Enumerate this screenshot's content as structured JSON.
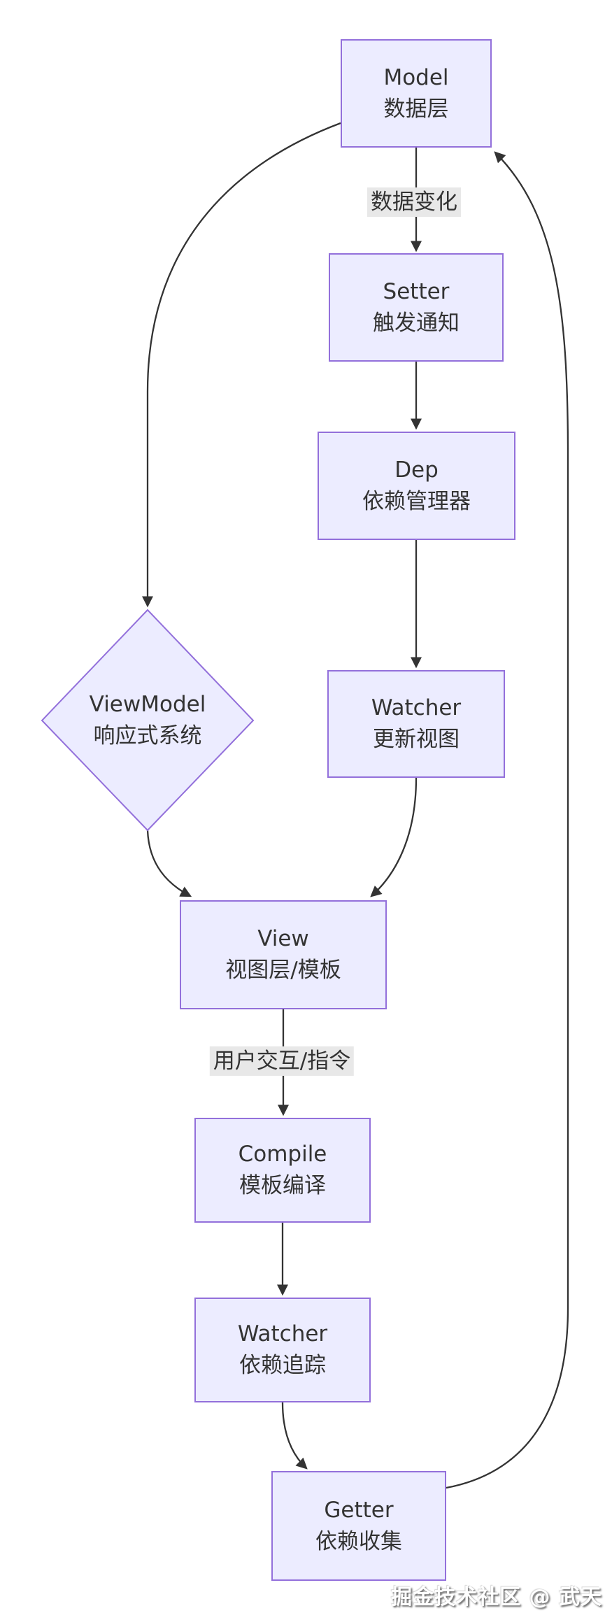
{
  "diagram": {
    "type": "flowchart",
    "direction": "top-down",
    "topic": "Vue MVVM reactivity system",
    "nodes": [
      {
        "id": "model",
        "shape": "rect",
        "title": "Model",
        "subtitle": "数据层"
      },
      {
        "id": "setter",
        "shape": "rect",
        "title": "Setter",
        "subtitle": "触发通知"
      },
      {
        "id": "dep",
        "shape": "rect",
        "title": "Dep",
        "subtitle": "依赖管理器"
      },
      {
        "id": "watcher-update",
        "shape": "rect",
        "title": "Watcher",
        "subtitle": "更新视图"
      },
      {
        "id": "viewmodel",
        "shape": "diamond",
        "title": "ViewModel",
        "subtitle": "响应式系统"
      },
      {
        "id": "view",
        "shape": "rect",
        "title": "View",
        "subtitle": "视图层/模板"
      },
      {
        "id": "compile",
        "shape": "rect",
        "title": "Compile",
        "subtitle": "模板编译"
      },
      {
        "id": "watcher-track",
        "shape": "rect",
        "title": "Watcher",
        "subtitle": "依赖追踪"
      },
      {
        "id": "getter",
        "shape": "rect",
        "title": "Getter",
        "subtitle": "依赖收集"
      }
    ],
    "edges": [
      {
        "from": "model",
        "to": "setter",
        "label": "数据变化"
      },
      {
        "from": "setter",
        "to": "dep",
        "label": ""
      },
      {
        "from": "dep",
        "to": "watcher-update",
        "label": ""
      },
      {
        "from": "model",
        "to": "viewmodel",
        "label": ""
      },
      {
        "from": "viewmodel",
        "to": "view",
        "label": ""
      },
      {
        "from": "watcher-update",
        "to": "view",
        "label": ""
      },
      {
        "from": "view",
        "to": "compile",
        "label": "用户交互/指令"
      },
      {
        "from": "compile",
        "to": "watcher-track",
        "label": ""
      },
      {
        "from": "watcher-track",
        "to": "getter",
        "label": ""
      },
      {
        "from": "getter",
        "to": "model",
        "label": ""
      }
    ],
    "colors": {
      "node_fill": "#ECECFF",
      "node_border": "#9370DB",
      "edge_stroke": "#333333",
      "text": "#333333",
      "edge_label_bg": "#e8e8e8",
      "background": "#ffffff"
    }
  },
  "watermark": {
    "text": "掘金技术社区 @ 武天"
  }
}
